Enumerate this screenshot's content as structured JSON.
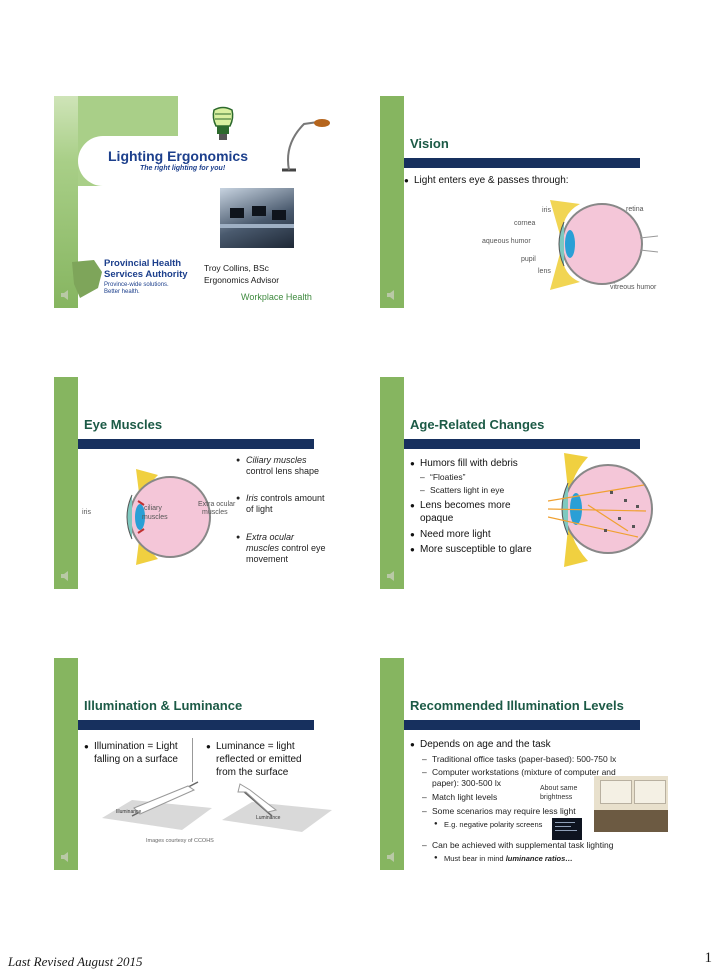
{
  "slides": {
    "s1": {
      "title": "Lighting Ergonomics",
      "subtitle": "The right lighting for you!",
      "logo_line1": "Provincial Health",
      "logo_line2": "Services Authority",
      "logo_tag1": "Province-wide solutions.",
      "logo_tag2": "Better health.",
      "presenter": "Troy Collins, BSc",
      "role": "Ergonomics Advisor",
      "dept": "Workplace Health"
    },
    "s2": {
      "title": "Vision",
      "bullet": "Light enters eye & passes through:",
      "labels": {
        "iris": "iris",
        "retina": "retina",
        "cornea": "cornea",
        "aqueous": "aqueous humor",
        "pupil": "pupil",
        "lens": "lens",
        "vitreous": "vitreous humor"
      }
    },
    "s3": {
      "title": "Eye Muscles",
      "b1_em": "Ciliary muscles",
      "b1_rest": "control lens shape",
      "b2_em": "Iris",
      "b2_rest1": "controls amount",
      "b2_rest2": "of light",
      "b3_em1": "Extra ocular",
      "b3_em2": "muscles",
      "b3_rest1": "control eye",
      "b3_rest2": "movement",
      "lbl_iris": "iris",
      "lbl_ciliary1": "ciliary",
      "lbl_ciliary2": "muscles",
      "lbl_extra1": "Extra ocular",
      "lbl_extra2": "muscles"
    },
    "s4": {
      "title": "Age-Related Changes",
      "b1": "Humors fill with debris",
      "s1": "“Floaties”",
      "s2": "Scatters light in eye",
      "b2a": "Lens becomes more",
      "b2b": "opaque",
      "b3": "Need more light",
      "b4": "More susceptible to glare"
    },
    "s5": {
      "title": "Illumination & Luminance",
      "b1a": "Illumination = Light",
      "b1b": "falling on a surface",
      "b2a": "Luminance = light",
      "b2b": "reflected or emitted",
      "b2c": "from the surface",
      "img1": "Illuminance",
      "img2": "Luminance",
      "credit": "Images courtesy of CCOHS"
    },
    "s6": {
      "title": "Recommended Illumination Levels",
      "b1": "Depends on age and the task",
      "s1": "Traditional office tasks (paper-based): 500-750 lx",
      "s2a": "Computer workstations (mixture of computer and",
      "s2b": "paper): 300-500 lx",
      "s3": "Match light levels",
      "callout1": "About same",
      "callout2": "brightness",
      "s4": "Some scenarios may require less light",
      "ss1": "E.g. negative polarity screens",
      "s5": "Can be achieved with supplemental task lighting",
      "ss2": "Must bear in mind",
      "ss2b": "luminance ratios…"
    }
  },
  "footer": "Last Revised August 2015",
  "page_number": "1",
  "colors": {
    "green": "#86b560",
    "navy": "#17305e",
    "title": "#1c5a46"
  }
}
